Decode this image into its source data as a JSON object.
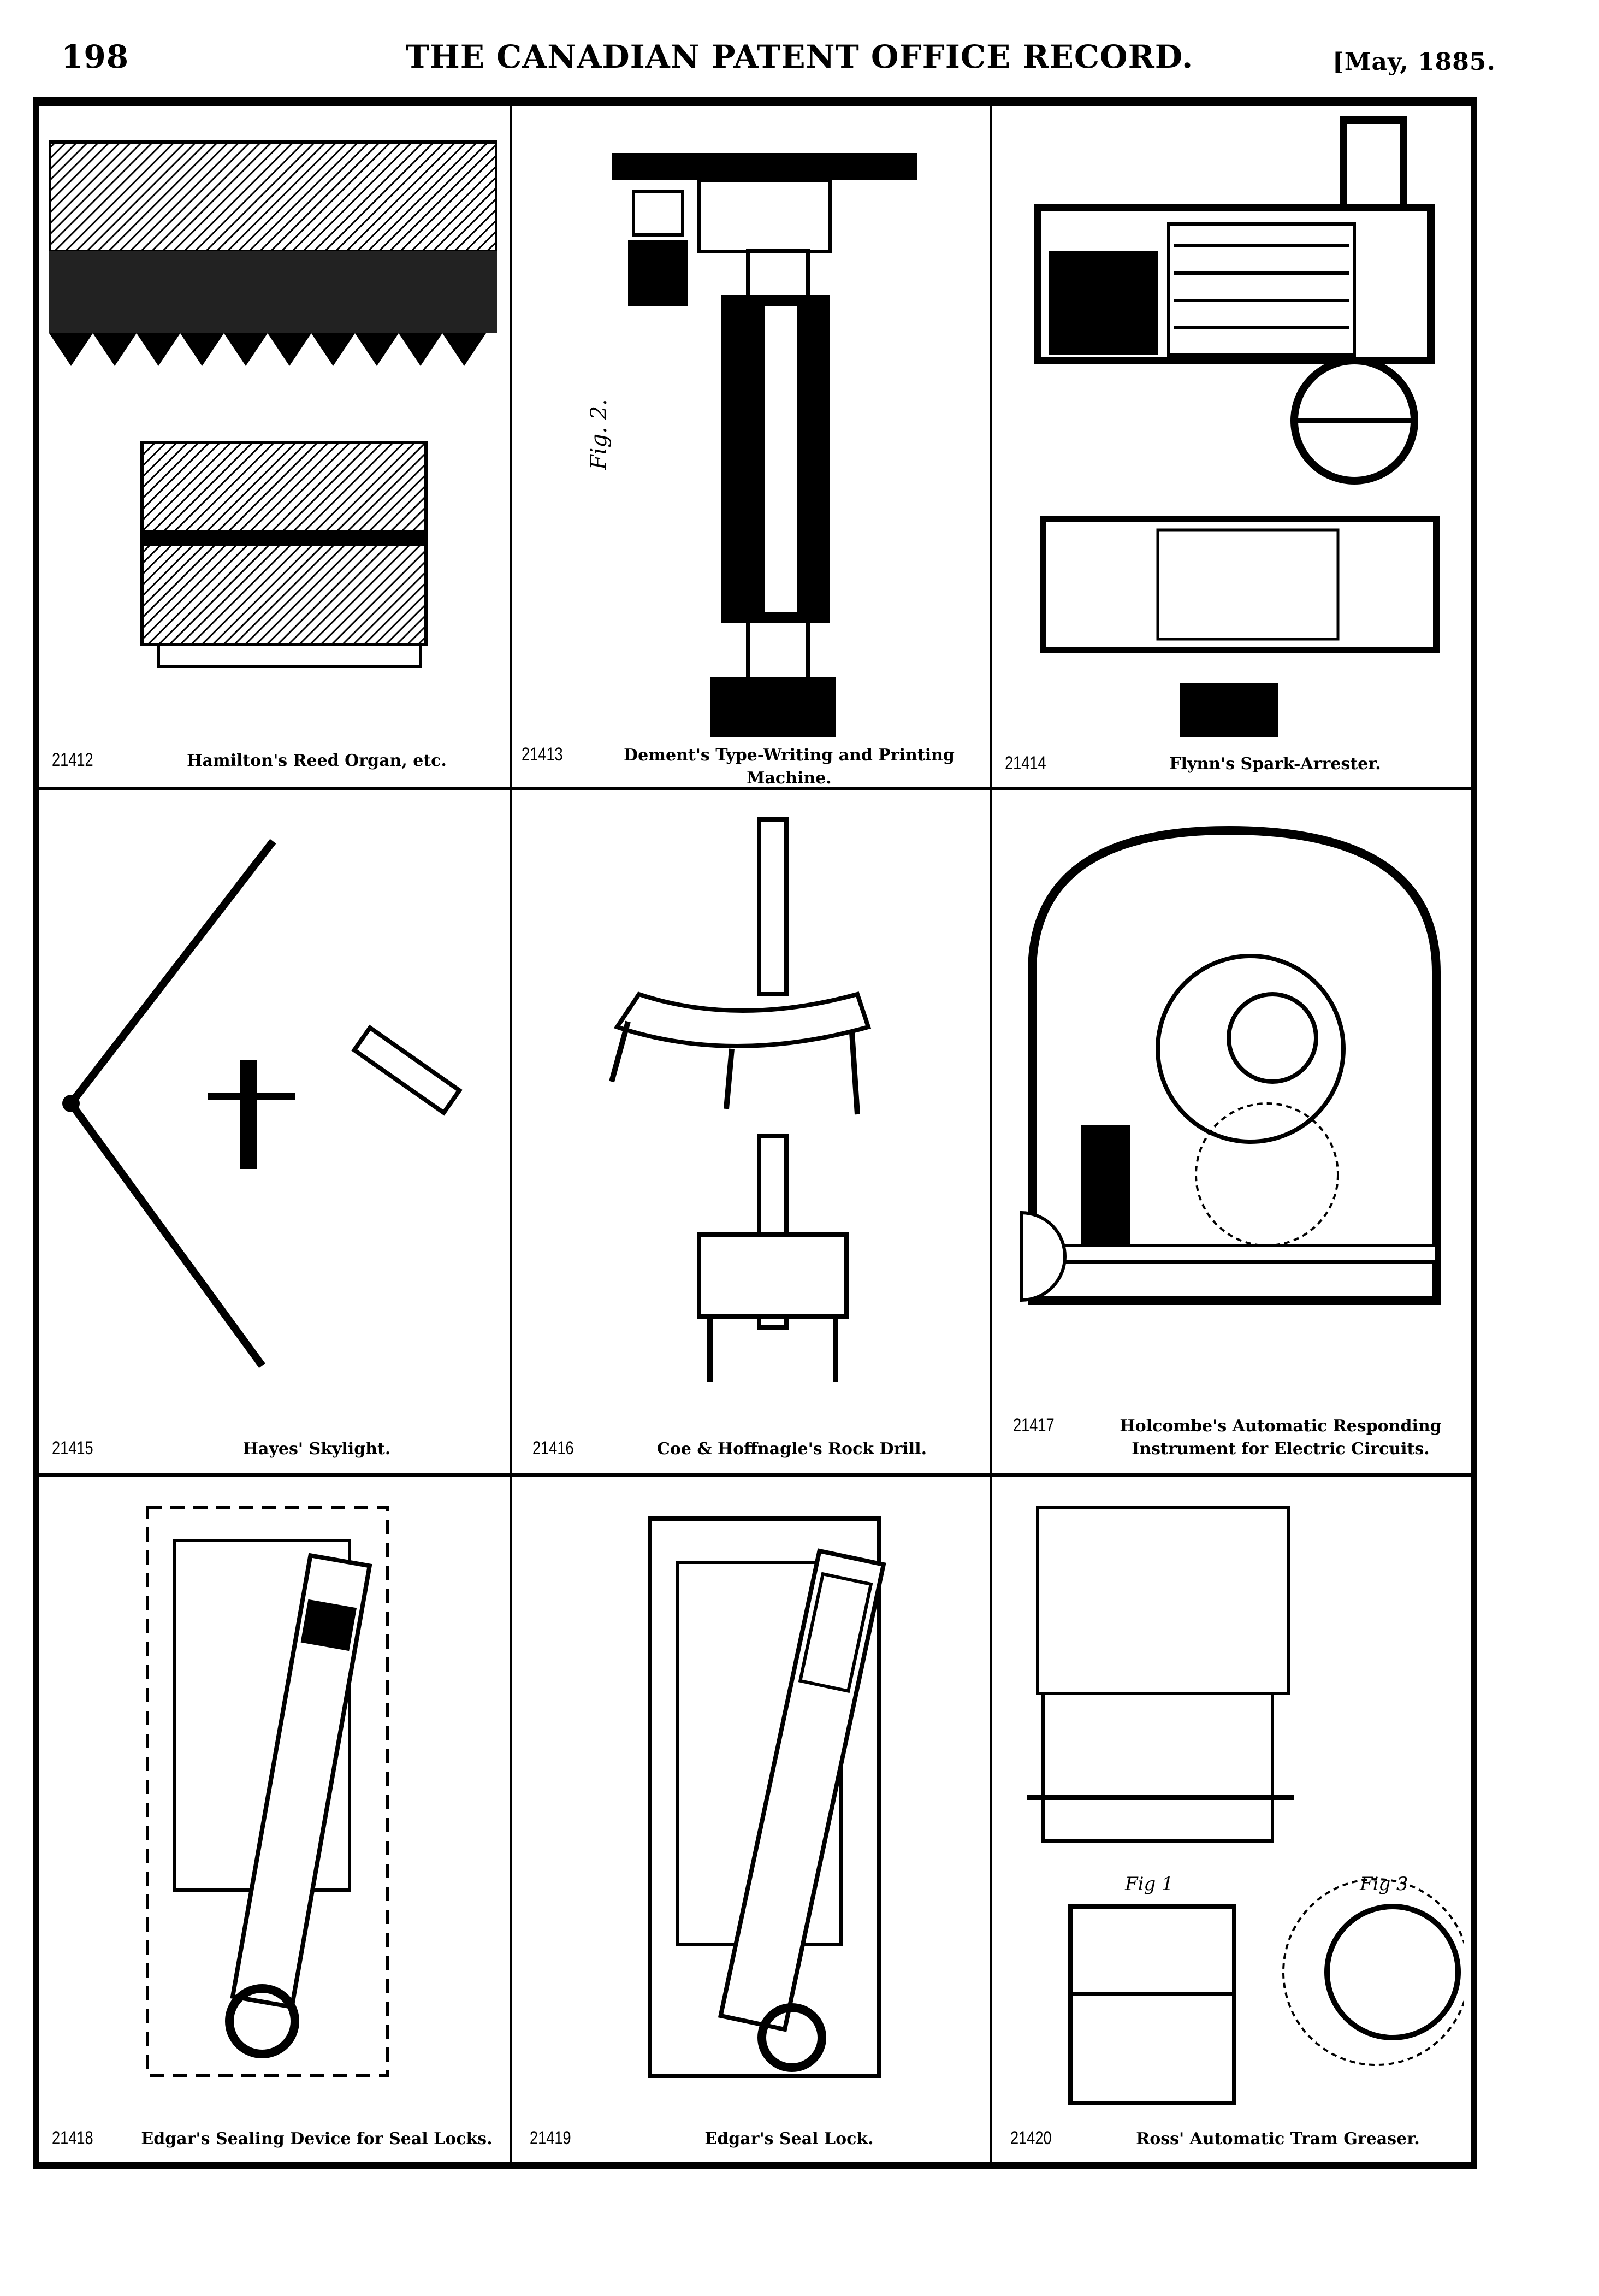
{
  "header": {
    "page_number": "198",
    "title": "THE CANADIAN PATENT OFFICE RECORD.",
    "date": "[May, 1885."
  },
  "patents": [
    {
      "number": "21412",
      "title": "Hamilton's Reed Organ, etc."
    },
    {
      "number": "21413",
      "title": "Dement's Type-Writing and Printing Machine."
    },
    {
      "number": "21414",
      "title": "Flynn's Spark-Arrester."
    },
    {
      "number": "21415",
      "title": "Hayes' Skylight."
    },
    {
      "number": "21416",
      "title": "Coe & Hoffnagle's Rock Drill."
    },
    {
      "number": "21417",
      "title": "Holcombe's Automatic Responding Instrument for Electric Circuits."
    },
    {
      "number": "21418",
      "title": "Edgar's Sealing Device for Seal Locks."
    },
    {
      "number": "21419",
      "title": "Edgar's Seal Lock."
    },
    {
      "number": "21420",
      "title": "Ross' Automatic Tram Greaser."
    }
  ]
}
